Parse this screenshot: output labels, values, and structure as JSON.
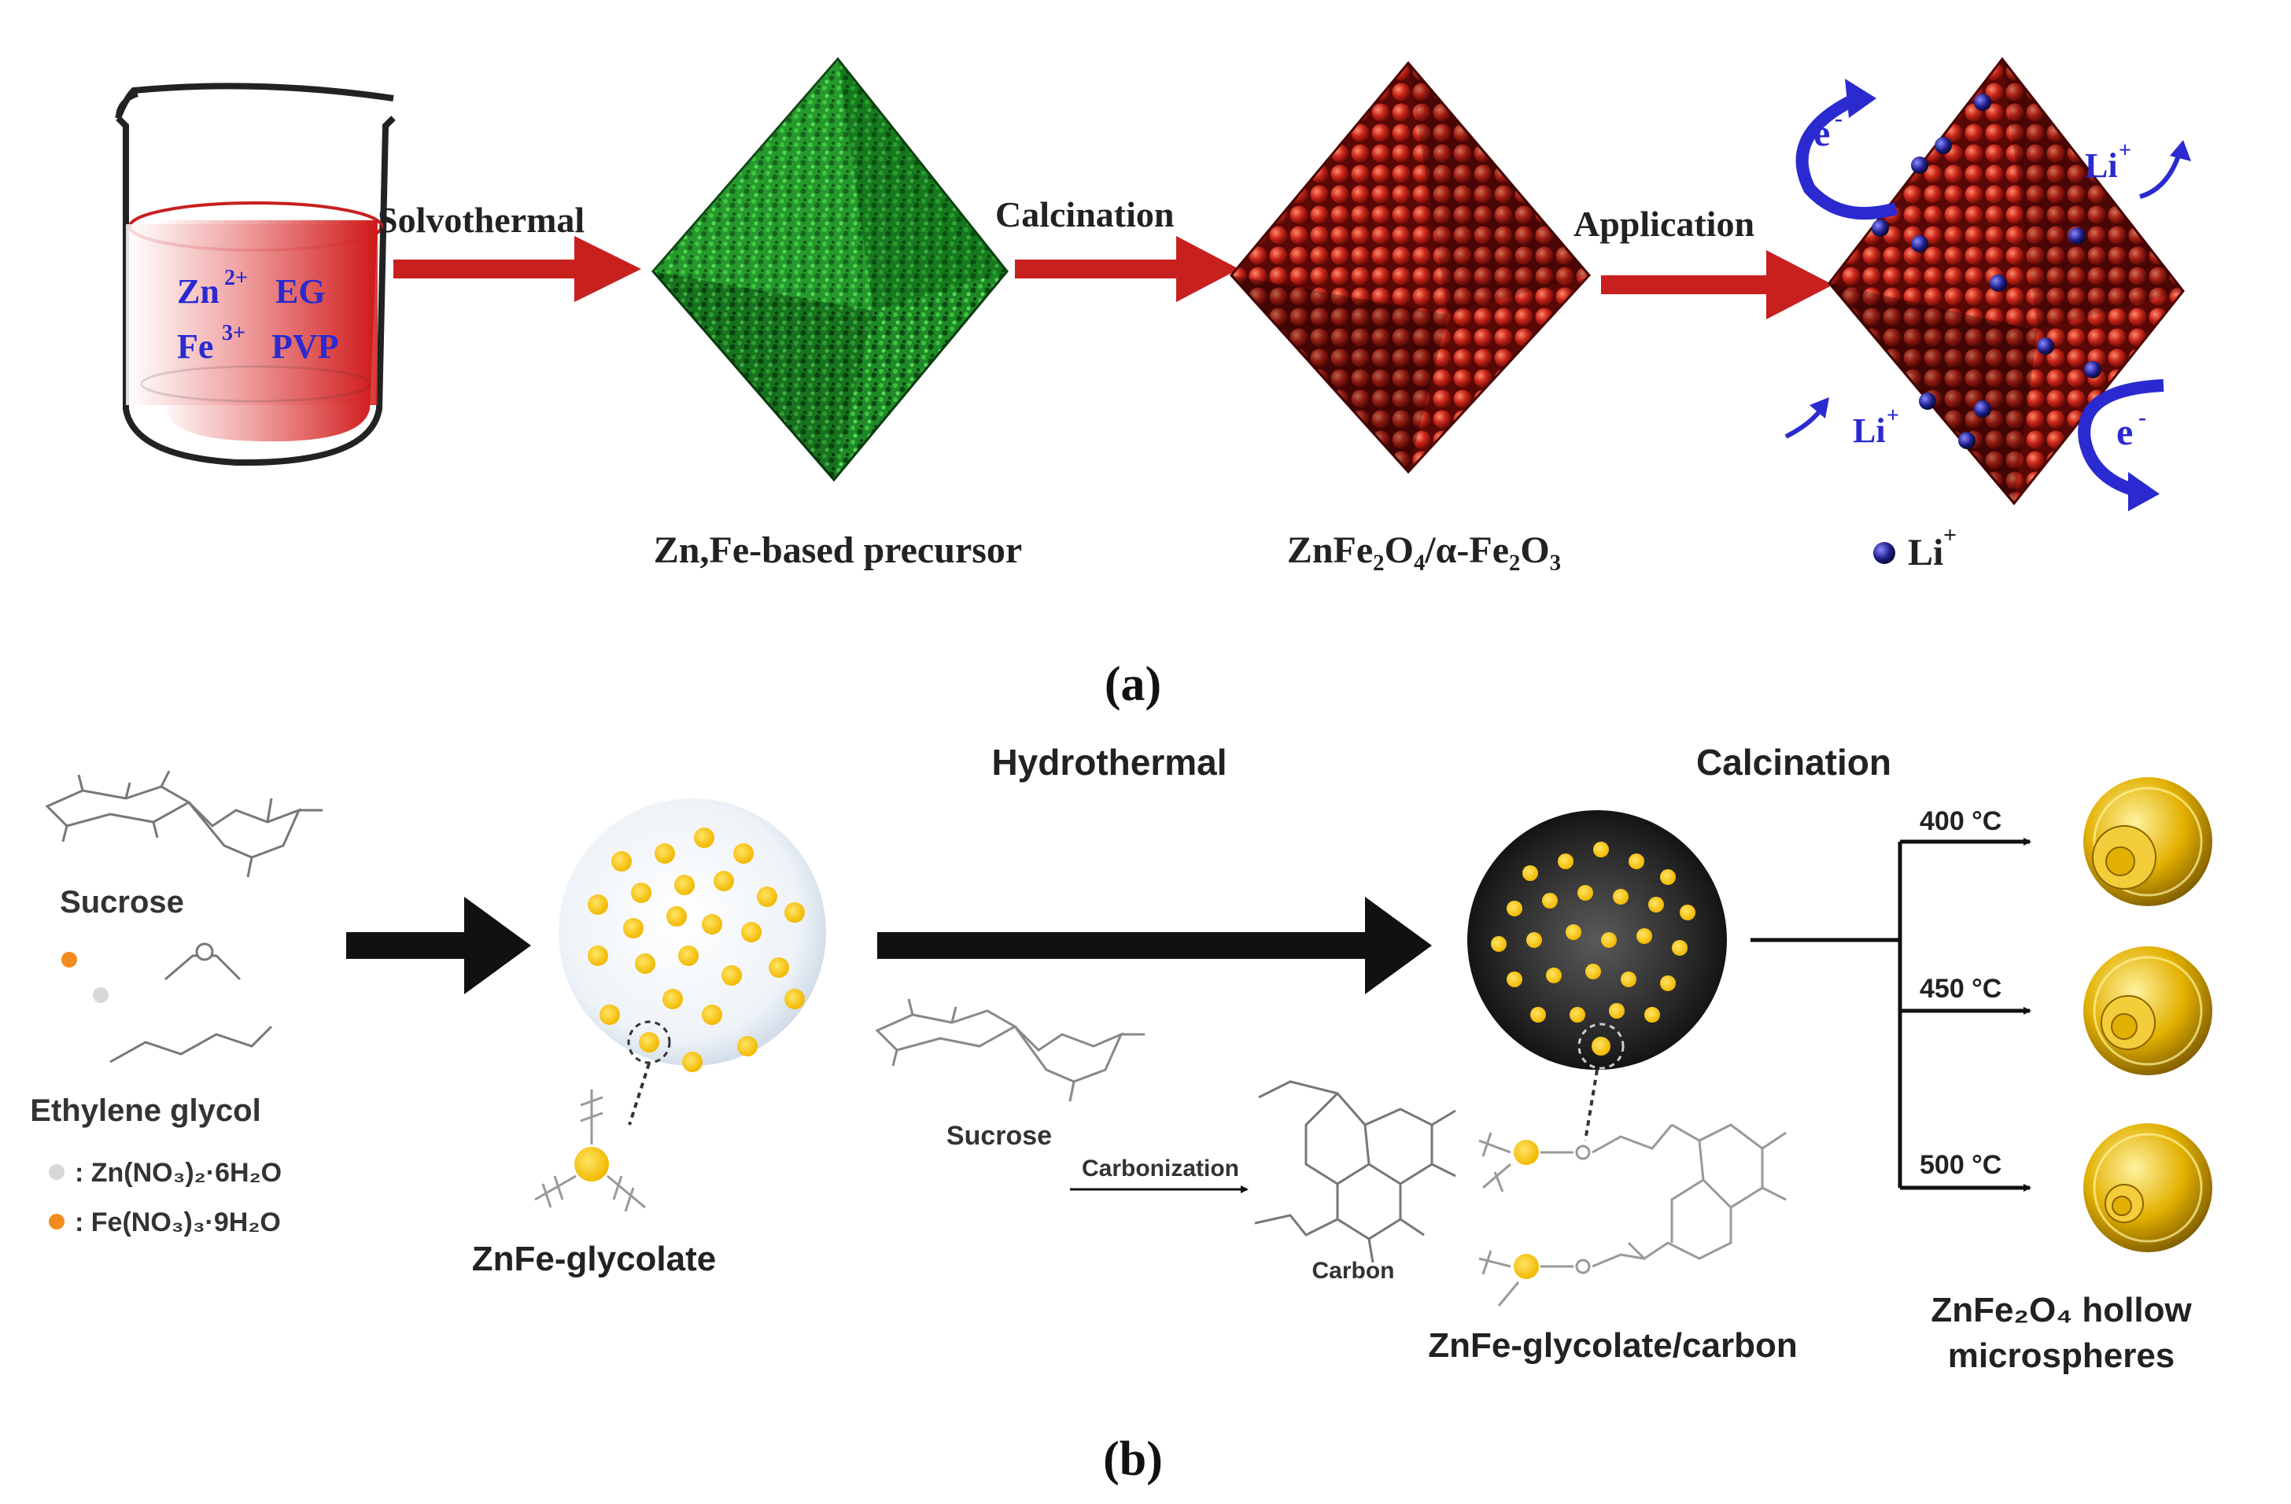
{
  "panel_a": {
    "beaker": {
      "line1_ion": "Zn",
      "line1_charge": "2+",
      "line1_solvent": "EG",
      "line2_ion": "Fe",
      "line2_charge": "3+",
      "line2_polymer": "PVP"
    },
    "steps": {
      "solvothermal": "Solvothermal",
      "calcination": "Calcination",
      "application": "Application"
    },
    "labels": {
      "precursor": "Zn,Fe-based precursor",
      "product": "ZnFe₂O₄/α-Fe₂O₃",
      "li_ion": "Li",
      "li_charge": "+"
    },
    "particle_labels": {
      "electron": "e",
      "electron_charge": "-",
      "li": "Li",
      "li_charge": "+"
    },
    "caption": "(a)",
    "colors": {
      "precursor": "#1a9a2a",
      "product": "#c0281a",
      "li_ion": "#1c1c7a",
      "arrow": "#c81f1f",
      "text_blue": "#2a2ad0"
    }
  },
  "panel_b": {
    "reagents": {
      "sucrose": "Sucrose",
      "ethylene_glycol": "Ethylene glycol",
      "legend_zn": ": Zn(NO₃)₂·6H₂O",
      "legend_fe": ": Fe(NO₃)₃·9H₂O"
    },
    "steps": {
      "hydrothermal": "Hydrothermal",
      "calcination": "Calcination",
      "carbonization": "Carbonization"
    },
    "labels": {
      "glycolate": "ZnFe-glycolate",
      "sucrose_small": "Sucrose",
      "carbon": "Carbon",
      "glycolate_carbon": "ZnFe-glycolate/carbon",
      "product_line1": "ZnFe₂O₄ hollow",
      "product_line2": "microspheres"
    },
    "temperatures": [
      "400 °C",
      "450 °C",
      "500 °C"
    ],
    "caption": "(b)",
    "colors": {
      "yellow_dot": "#f5c400",
      "orange_dot": "#f28c1e",
      "dark_sphere": "#2a2a2a",
      "gold_sphere": "#d9a800"
    }
  }
}
